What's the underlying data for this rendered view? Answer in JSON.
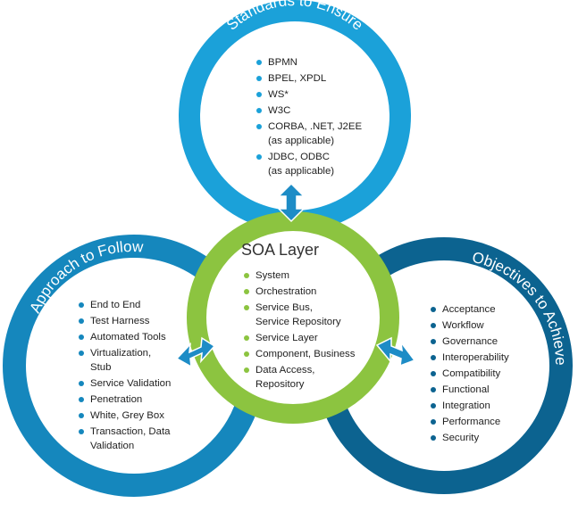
{
  "colors": {
    "standards": "#1ba1d9",
    "approach": "#1587bd",
    "objectives": "#0c6390",
    "soa": "#8cc440",
    "arrow": "#1d8cc6"
  },
  "standards": {
    "title": "Standards to Ensure",
    "items": [
      {
        "label": "BPMN"
      },
      {
        "label": "BPEL, XPDL"
      },
      {
        "label": "WS*"
      },
      {
        "label": "W3C"
      },
      {
        "label": "CORBA, .NET, J2EE",
        "sub": "(as applicable)"
      },
      {
        "label": "JDBC, ODBC",
        "sub": "(as applicable)"
      }
    ]
  },
  "approach": {
    "title": "Approach to Follow",
    "items": [
      {
        "label": "End to End"
      },
      {
        "label": "Test Harness"
      },
      {
        "label": "Automated Tools"
      },
      {
        "label": "Virtualization,",
        "sub": "Stub"
      },
      {
        "label": "Service Validation"
      },
      {
        "label": "Penetration"
      },
      {
        "label": "White, Grey Box"
      },
      {
        "label": "Transaction, Data",
        "sub": "Validation"
      }
    ]
  },
  "objectives": {
    "title": "Objectives to Achieve",
    "items": [
      {
        "label": "Acceptance"
      },
      {
        "label": "Workflow"
      },
      {
        "label": "Governance"
      },
      {
        "label": "Interoperability"
      },
      {
        "label": "Compatibility"
      },
      {
        "label": "Functional"
      },
      {
        "label": "Integration"
      },
      {
        "label": "Performance"
      },
      {
        "label": "Security"
      }
    ]
  },
  "soa": {
    "title": "SOA Layer",
    "items": [
      {
        "label": "System"
      },
      {
        "label": "Orchestration"
      },
      {
        "label": "Service Bus,",
        "sub": "Service Repository"
      },
      {
        "label": "Service Layer"
      },
      {
        "label": "Component, Business"
      },
      {
        "label": "Data Access,",
        "sub": "Repository"
      }
    ]
  }
}
